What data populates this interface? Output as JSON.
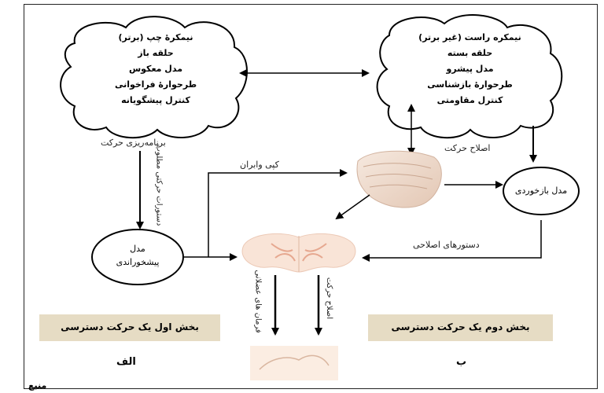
{
  "left_brain": {
    "title": "نیمکرهٔ چپ (برتر)",
    "lines": [
      "حلقه باز",
      "مدل معکوس",
      "طرحوارهٔ فراخوانی",
      "کنترل پیشگویانه"
    ]
  },
  "right_brain": {
    "title": "نیمکره راست (غیر برتر)",
    "lines": [
      "حلقه بسته",
      "مدل پیشرو",
      "طرحوارهٔ بازشناسی",
      "کنترل مقاومتی"
    ]
  },
  "labels": {
    "motor_planning": "برنامه‌ریزی حرکت",
    "desired_command": "دستورات حرکتی مطلوب",
    "efference_copy": "کپی وابران",
    "movement_correction_top": "اصلاح حرکت",
    "corrective_commands": "دستورهای اصلاحی",
    "motor_commands": "فرمان های عضلانی",
    "movement_correction_bottom": "اصلاح حرکت"
  },
  "nodes": {
    "feedforward_model": [
      "مدل",
      "پیشخوراندی"
    ],
    "feedback_model": "مدل بازخوردی"
  },
  "sections": {
    "part_one": "بخش اول یک حرکت دسترسی",
    "part_two": "بخش دوم یک حرکت دسترسی",
    "letter_a": "الف",
    "letter_b": "ب"
  },
  "caption_fragment": "منبع"
}
